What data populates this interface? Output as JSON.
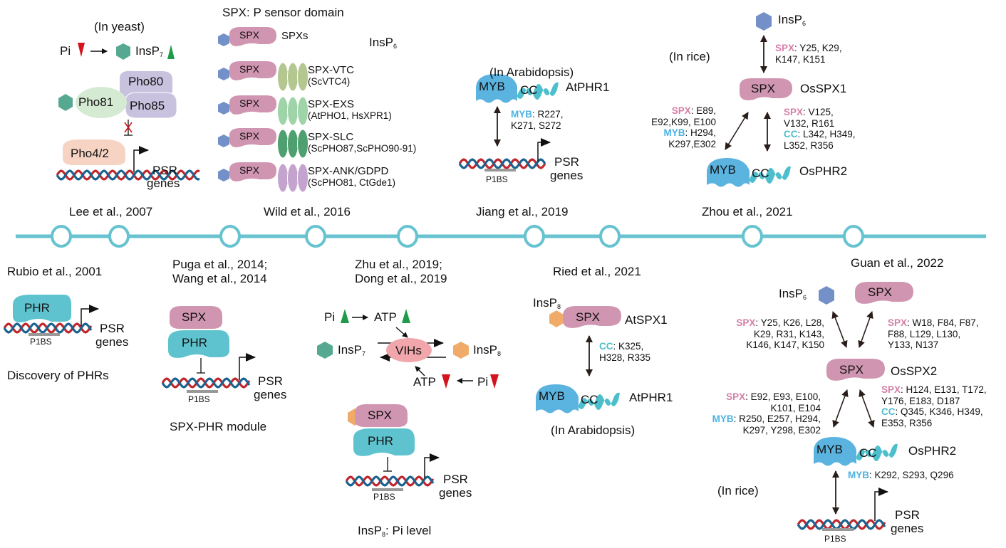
{
  "colors": {
    "timeline": "#66c3cf",
    "spx": "#d095b0",
    "phr": "#5ec3cf",
    "myb": "#5bb3e0",
    "cc": "#4dbfcc",
    "insp6": "#7390c8",
    "insp7": "#56a890",
    "insp8": "#f0ab68",
    "dna_red": "#c0272d",
    "dna_blue": "#1a6390",
    "p1bs": "#999999",
    "pho4": "#f6d3c3",
    "pho81": "#d5ead3",
    "pho80": "#c8c2de",
    "vih": "#f0a6aa",
    "vtc": "#b5c791",
    "exs": "#9fd4a9",
    "slc": "#4fa070",
    "ank": "#c4a4cf",
    "up_arrow": "#1f9a4a",
    "down_arrow": "#d4141c",
    "label_spx": "#d57fa6",
    "label_myb": "#4bb2e2",
    "label_cc": "#4dbfcc"
  },
  "timeline": {
    "milestones": [
      {
        "citation": "Rubio et al., 2001",
        "position": "below"
      },
      {
        "citation": "Lee et al., 2007",
        "position": "above"
      },
      {
        "citation": "Puga et al., 2014;",
        "citation2": "Wang et al., 2014",
        "position": "below"
      },
      {
        "citation": "Wild et al., 2016",
        "position": "above"
      },
      {
        "citation": "Zhu et al., 2019;",
        "citation2": "Dong et al., 2019",
        "position": "below"
      },
      {
        "citation": "Jiang et al., 2019",
        "position": "above"
      },
      {
        "citation": "Ried et al., 2021",
        "position": "below"
      },
      {
        "citation": "Zhou et al., 2021",
        "position": "above"
      },
      {
        "citation": "Guan et al., 2022",
        "position": "below"
      }
    ]
  },
  "lee2007": {
    "organism": "(In yeast)",
    "pi": "Pi",
    "insp7": "InsP",
    "insp7_sub": "7",
    "pho80": "Pho80",
    "pho81": "Pho81",
    "pho85": "Pho85",
    "pho4": "Pho4/2",
    "psr1": "PSR",
    "psr2": "genes"
  },
  "wild2016": {
    "title": "SPX: P sensor domain",
    "spx": "SPX",
    "insp6": "InsP",
    "insp6_sub": "6",
    "rows": [
      {
        "name": "SPXs",
        "examples": ""
      },
      {
        "name": "SPX-VTC",
        "examples": "(ScVTC4)"
      },
      {
        "name": "SPX-EXS",
        "examples": "(AtPHO1, HsXPR1)"
      },
      {
        "name": "SPX-SLC",
        "examples": "(ScPHO87,ScPHO90-91)"
      },
      {
        "name": "SPX-ANK/GDPD",
        "examples": "(ScPHO81, CtGde1)"
      }
    ]
  },
  "jiang2019": {
    "organism": "(In Arabidopsis)",
    "myb": "MYB",
    "cc": "CC",
    "protein": "AtPHR1",
    "res_label": "MYB",
    "res_line1": ": R227,",
    "res_line2": "K271, S272",
    "p1bs": "P1BS",
    "psr1": "PSR",
    "psr2": "genes"
  },
  "zhou2021": {
    "organism": "(In rice)",
    "insp6": "InsP",
    "insp6_sub": "6",
    "spx": "SPX",
    "spx_protein": "OsSPX1",
    "myb": "MYB",
    "cc": "CC",
    "phr_protein": "OsPHR2",
    "top_label": "SPX",
    "top_line1": ": Y25, K29,",
    "top_line2": "K147, K151",
    "left_spx_label": "SPX",
    "left_line1": ":  E89,",
    "left_line2": "E92,K99, E100",
    "left_myb_label": "MYB",
    "left_line3": ": H294,",
    "left_line4": "K297,E302",
    "right_spx_label": "SPX",
    "right_line1": ": V125,",
    "right_line2": "V132, R161",
    "right_cc_label": "CC",
    "right_line3": ": L342, H349,",
    "right_line4": "L352, R356"
  },
  "rubio2001": {
    "phr": "PHR",
    "p1bs": "P1BS",
    "psr1": "PSR",
    "psr2": "genes",
    "caption": "Discovery of PHRs"
  },
  "puga2014": {
    "spx": "SPX",
    "phr": "PHR",
    "p1bs": "P1BS",
    "psr1": "PSR",
    "psr2": "genes",
    "caption": "SPX-PHR module"
  },
  "zhu2019": {
    "pi": "Pi",
    "atp": "ATP",
    "insp7": "InsP",
    "insp7_sub": "7",
    "insp8": "InsP",
    "insp8_sub": "8",
    "vih": "VIHs",
    "spx": "SPX",
    "phr": "PHR",
    "p1bs": "P1BS",
    "psr1": "PSR",
    "psr2": "genes",
    "caption_a": "InsP",
    "caption_sub": "8",
    "caption_b": ": Pi level"
  },
  "ried2021": {
    "insp8": "InsP",
    "insp8_sub": "8",
    "spx": "SPX",
    "spx_protein": "AtSPX1",
    "res_label": "CC",
    "res_line1": ": K325,",
    "res_line2": "H328, R335",
    "myb": "MYB",
    "cc": "CC",
    "phr_protein": "AtPHR1",
    "organism": "(In Arabidopsis)"
  },
  "guan2022": {
    "insp6": "InsP",
    "insp6_sub": "6",
    "spx_top": "SPX",
    "spx": "SPX",
    "spx_protein": "OsSPX2",
    "myb": "MYB",
    "cc": "CC",
    "phr_protein": "OsPHR2",
    "organism": "(In rice)",
    "p1bs": "P1BS",
    "psr1": "PSR",
    "psr2": "genes",
    "tl_label": "SPX",
    "tl_line1": ": Y25, K26, L28,",
    "tl_line2": "K29, R31, K143,",
    "tl_line3": "K146, K147, K150",
    "tr_label": "SPX",
    "tr_line1": ": W18, F84, F87,",
    "tr_line2": "F88, L129, L130,",
    "tr_line3": "Y133, N137",
    "bl_spx_label": "SPX",
    "bl_line1": ": E92, E93, E100,",
    "bl_line2": "K101, E104",
    "bl_myb_label": "MYB",
    "bl_line3": ": R250, E257, H294,",
    "bl_line4": "K297, Y298, E302",
    "br_spx_label": "SPX",
    "br_line1": ": H124, E131, T172,",
    "br_line2": "Y176, E183, D187",
    "br_cc_label": "CC",
    "br_line3": ": Q345, K346, H349,",
    "br_line4": "E353, R356",
    "dna_label": "MYB",
    "dna_line": ": K292, S293, Q296"
  }
}
